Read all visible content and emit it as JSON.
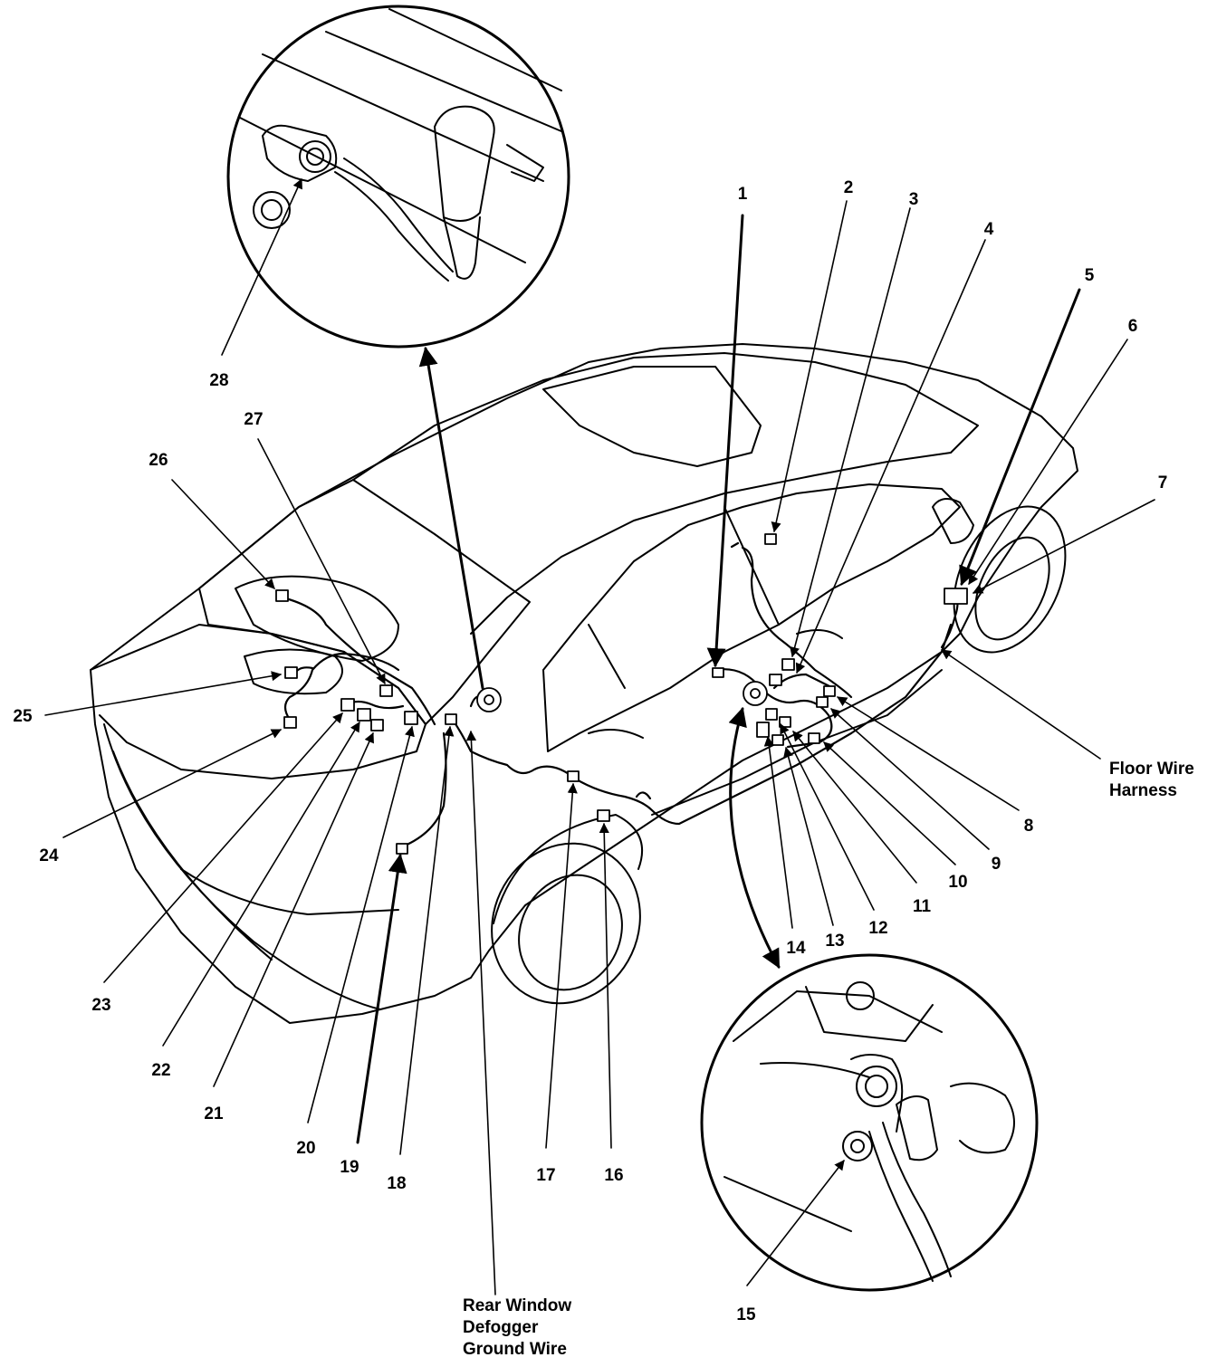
{
  "callouts": [
    "1",
    "2",
    "3",
    "4",
    "5",
    "6",
    "7",
    "8",
    "9",
    "10",
    "11",
    "12",
    "13",
    "14",
    "15",
    "16",
    "17",
    "18",
    "19",
    "20",
    "21",
    "22",
    "23",
    "24",
    "25",
    "26",
    "27",
    "28"
  ],
  "captions": {
    "floor_wire_harness": [
      "Floor Wire",
      "Harness"
    ],
    "rear_window_defogger": [
      "Rear Window",
      "Defogger",
      "Ground Wire"
    ]
  },
  "colors": {
    "line": "#000000",
    "background": "#ffffff"
  }
}
